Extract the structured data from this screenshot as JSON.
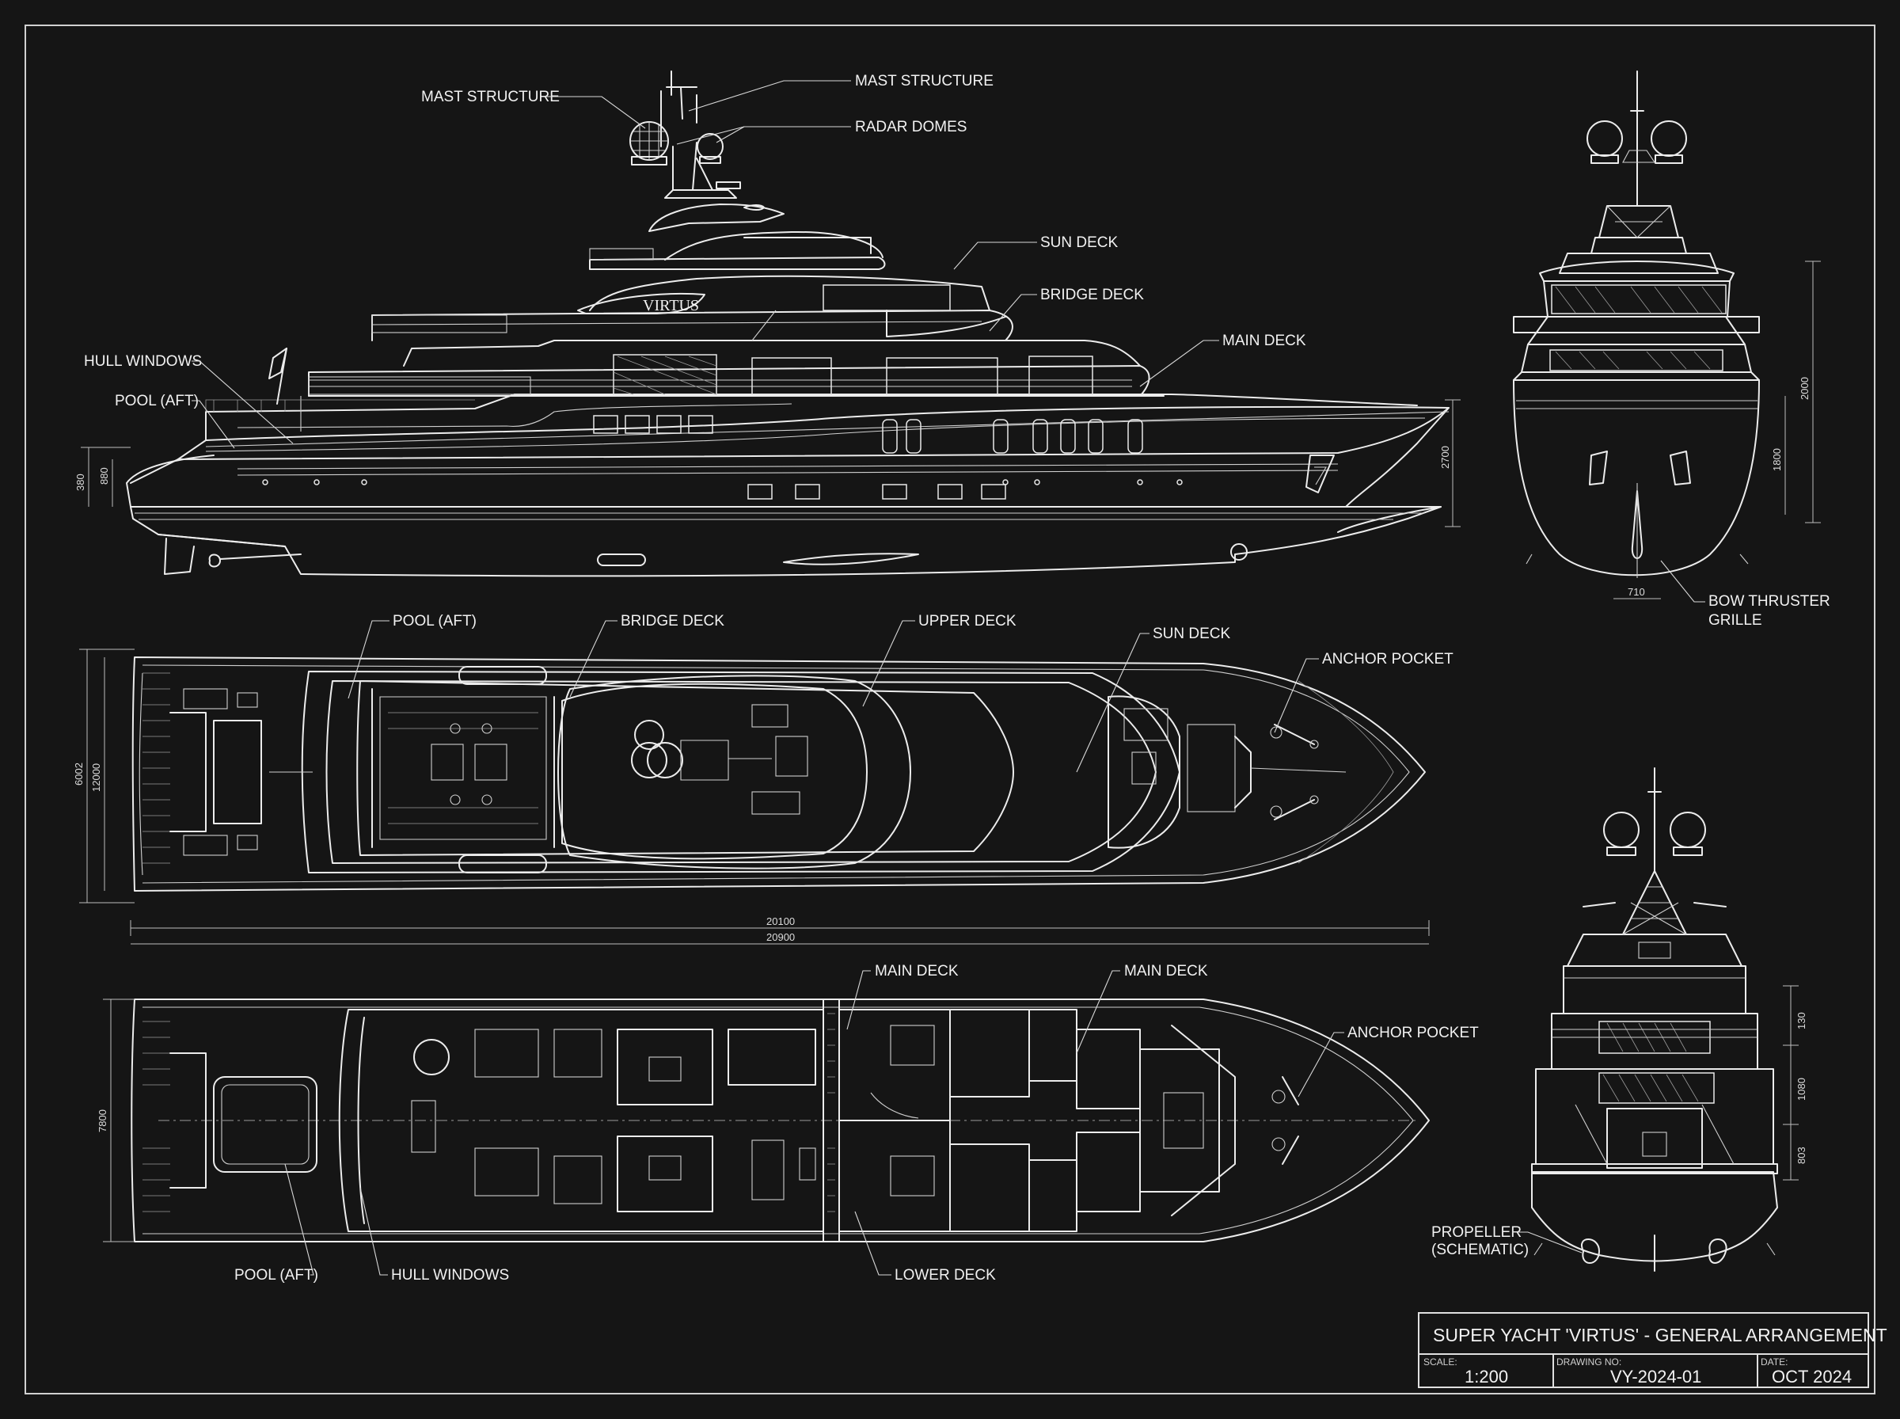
{
  "drawing": {
    "callouts": {
      "mast_structure_left": "MAST STRUCTURE",
      "mast_structure_right": "MAST STRUCTURE",
      "radar_domes": "RADAR DOMES",
      "sun_deck_profile": "SUN DECK",
      "bridge_deck_profile": "BRIDGE DECK",
      "main_deck_profile": "MAIN DECK",
      "hull_windows_profile": "HULL WINDOWS",
      "pool_aft_profile": "POOL (AFT)",
      "yacht_name": "VIRTUS",
      "pool_aft_plan": "POOL (AFT)",
      "bridge_deck_plan": "BRIDGE DECK",
      "upper_deck_plan": "UPPER DECK",
      "sun_deck_plan": "SUN DECK",
      "anchor_pocket_plan": "ANCHOR POCKET",
      "main_deck_lower_a": "MAIN DECK",
      "main_deck_lower_b": "MAIN DECK",
      "anchor_pocket_lower": "ANCHOR POCKET",
      "pool_aft_lower": "POOL (AFT)",
      "hull_windows_lower": "HULL WINDOWS",
      "lower_deck": "LOWER DECK",
      "bow_thruster_1": "BOW THRUSTER",
      "bow_thruster_2": "GRILLE",
      "propeller_1": "PROPELLER",
      "propeller_2": "(SCHEMATIC)"
    },
    "dimensions": {
      "profile_380": "380",
      "profile_880": "880",
      "profile_2700": "2700",
      "front_2000": "2000",
      "front_1800": "1800",
      "front_710": "710",
      "plan_6002": "6002",
      "plan_12000": "12000",
      "plan_20100": "20100",
      "plan_20900": "20900",
      "lower_7800": "7800",
      "stern_130": "130",
      "stern_1080": "1080",
      "stern_803": "803"
    }
  },
  "title_block": {
    "title": "SUPER YACHT 'VIRTUS' - GENERAL ARRANGEMENT",
    "scale_label": "SCALE:",
    "scale_value": "1:200",
    "drawing_no_label": "DRAWING NO:",
    "drawing_no_value": "VY-2024-01",
    "date_label": "DATE:",
    "date_value": "OCT 2024"
  }
}
